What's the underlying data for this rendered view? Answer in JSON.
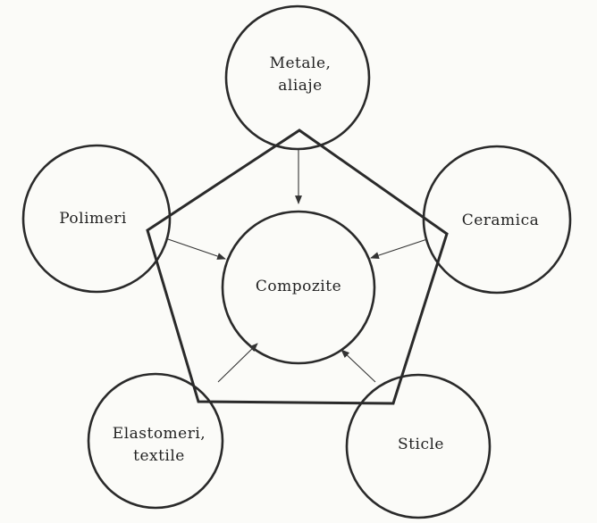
{
  "diagram": {
    "center": {
      "label": "Compozite"
    },
    "nodes": [
      {
        "id": "metale",
        "lines": [
          "Metale,",
          "aliaje"
        ]
      },
      {
        "id": "polimeri",
        "lines": [
          "Polimeri"
        ]
      },
      {
        "id": "ceramica",
        "lines": [
          "Ceramica"
        ]
      },
      {
        "id": "elastomeri",
        "lines": [
          "Elastomeri,",
          "textile"
        ]
      },
      {
        "id": "sticle",
        "lines": [
          "Sticle"
        ]
      }
    ]
  }
}
